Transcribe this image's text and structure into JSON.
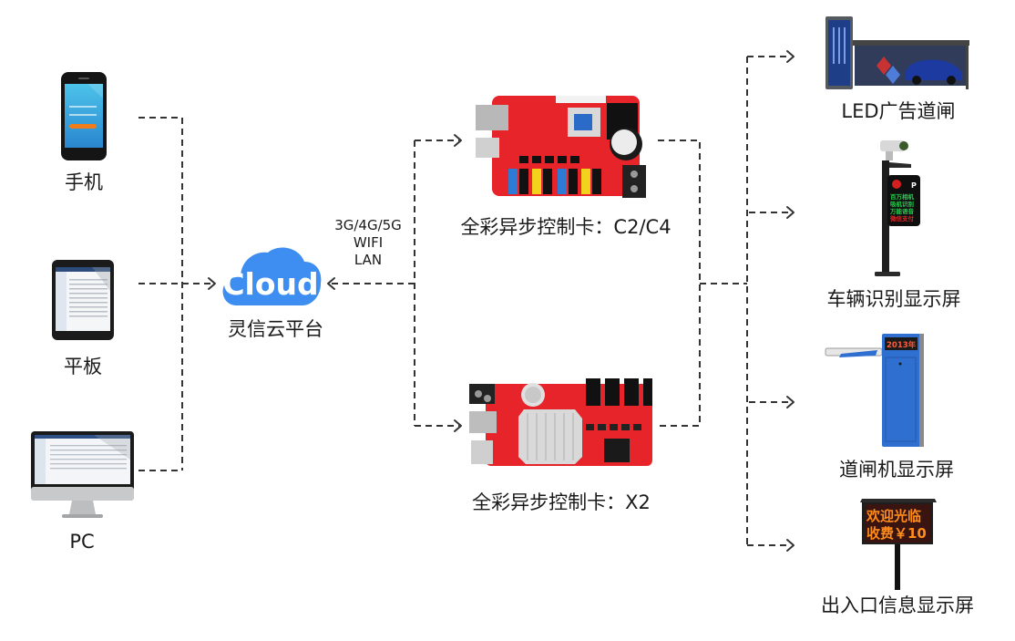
{
  "diagram": {
    "title": "灵信云平台 LED 控制系统拓扑",
    "colors": {
      "connector": "#333333",
      "cloud": "#3d8ef0",
      "card_red": "#e8242b",
      "gate_blue": "#2f6fd0",
      "led_text": "#ff8c1a"
    },
    "clients": [
      {
        "id": "phone",
        "label": "手机",
        "icon": "smartphone-icon"
      },
      {
        "id": "tablet",
        "label": "平板",
        "icon": "tablet-icon"
      },
      {
        "id": "pc",
        "label": "PC",
        "icon": "desktop-monitor-icon"
      }
    ],
    "cloud": {
      "label": "灵信云平台",
      "icon_text": "Cloud",
      "network_labels": [
        "3G/4G/5G",
        "WIFI",
        "LAN"
      ]
    },
    "controllers": [
      {
        "id": "c2c4",
        "label": "全彩异步控制卡：C2/C4",
        "icon": "controller-card-icon"
      },
      {
        "id": "x2",
        "label": "全彩异步控制卡：X2",
        "icon": "controller-card-icon"
      }
    ],
    "displays": [
      {
        "id": "ad-gate",
        "label": "LED广告道闸",
        "icon": "advertising-barrier-gate-icon"
      },
      {
        "id": "plate-recognition",
        "label": "车辆识别显示屏",
        "icon": "plate-recognition-pole-icon",
        "screen_lines": [
          "百万相机",
          "吸机识别",
          "万能语音",
          "微信支付"
        ]
      },
      {
        "id": "barrier-gate",
        "label": "道闸机显示屏",
        "icon": "barrier-gate-icon",
        "screen_text": "2013年"
      },
      {
        "id": "entrance-info",
        "label": "出入口信息显示屏",
        "icon": "entrance-led-sign-icon",
        "screen_lines": [
          "欢迎光临",
          "收费￥10"
        ]
      }
    ],
    "edges": [
      {
        "from": "phone",
        "to": "cloud"
      },
      {
        "from": "tablet",
        "to": "cloud"
      },
      {
        "from": "pc",
        "to": "cloud"
      },
      {
        "from": "c2c4",
        "to": "cloud"
      },
      {
        "from": "x2",
        "to": "cloud"
      },
      {
        "from": "cloud",
        "to": "c2c4"
      },
      {
        "from": "cloud",
        "to": "x2"
      },
      {
        "from": "c2c4",
        "to": "displays"
      },
      {
        "from": "x2",
        "to": "displays"
      },
      {
        "from": "displays-bus",
        "to": "ad-gate"
      },
      {
        "from": "displays-bus",
        "to": "plate-recognition"
      },
      {
        "from": "displays-bus",
        "to": "barrier-gate"
      },
      {
        "from": "displays-bus",
        "to": "entrance-info"
      }
    ]
  }
}
